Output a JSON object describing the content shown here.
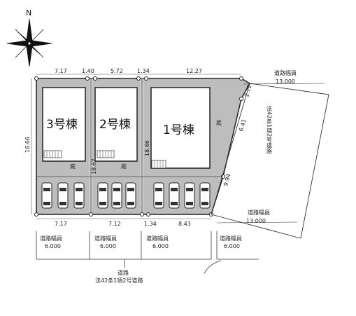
{
  "compass": {
    "north_label": "N"
  },
  "buildings": [
    {
      "label": "3号棟"
    },
    {
      "label": "2号棟"
    },
    {
      "label": "1号棟"
    }
  ],
  "yard_label": "庭",
  "dimensions": {
    "top": [
      "7.17",
      "1.40",
      "5.72",
      "1.34",
      "12.27"
    ],
    "left": "18.66",
    "inner_2": "18.67",
    "inner_1": "18.66",
    "bottom": [
      "7.17",
      "7.12",
      "1.34",
      "8.43"
    ],
    "right_top": "2.72",
    "right_mid": "6.41",
    "right_low": "9.94"
  },
  "roads": {
    "east_top": {
      "label": "道路幅員",
      "value": "13.000"
    },
    "east_bottom": {
      "label": "道路幅員",
      "value": "13.000"
    },
    "east_vertical": "法42条1項2号道路",
    "south_widths": [
      {
        "label": "道路幅員",
        "value": "6.000"
      },
      {
        "label": "道路幅員",
        "value": "6.000"
      },
      {
        "label": "道路幅員",
        "value": "6.000"
      },
      {
        "label": "道路幅員",
        "value": "6.000"
      }
    ],
    "south_name": "道路",
    "south_type": "法42条1項2号道路"
  }
}
